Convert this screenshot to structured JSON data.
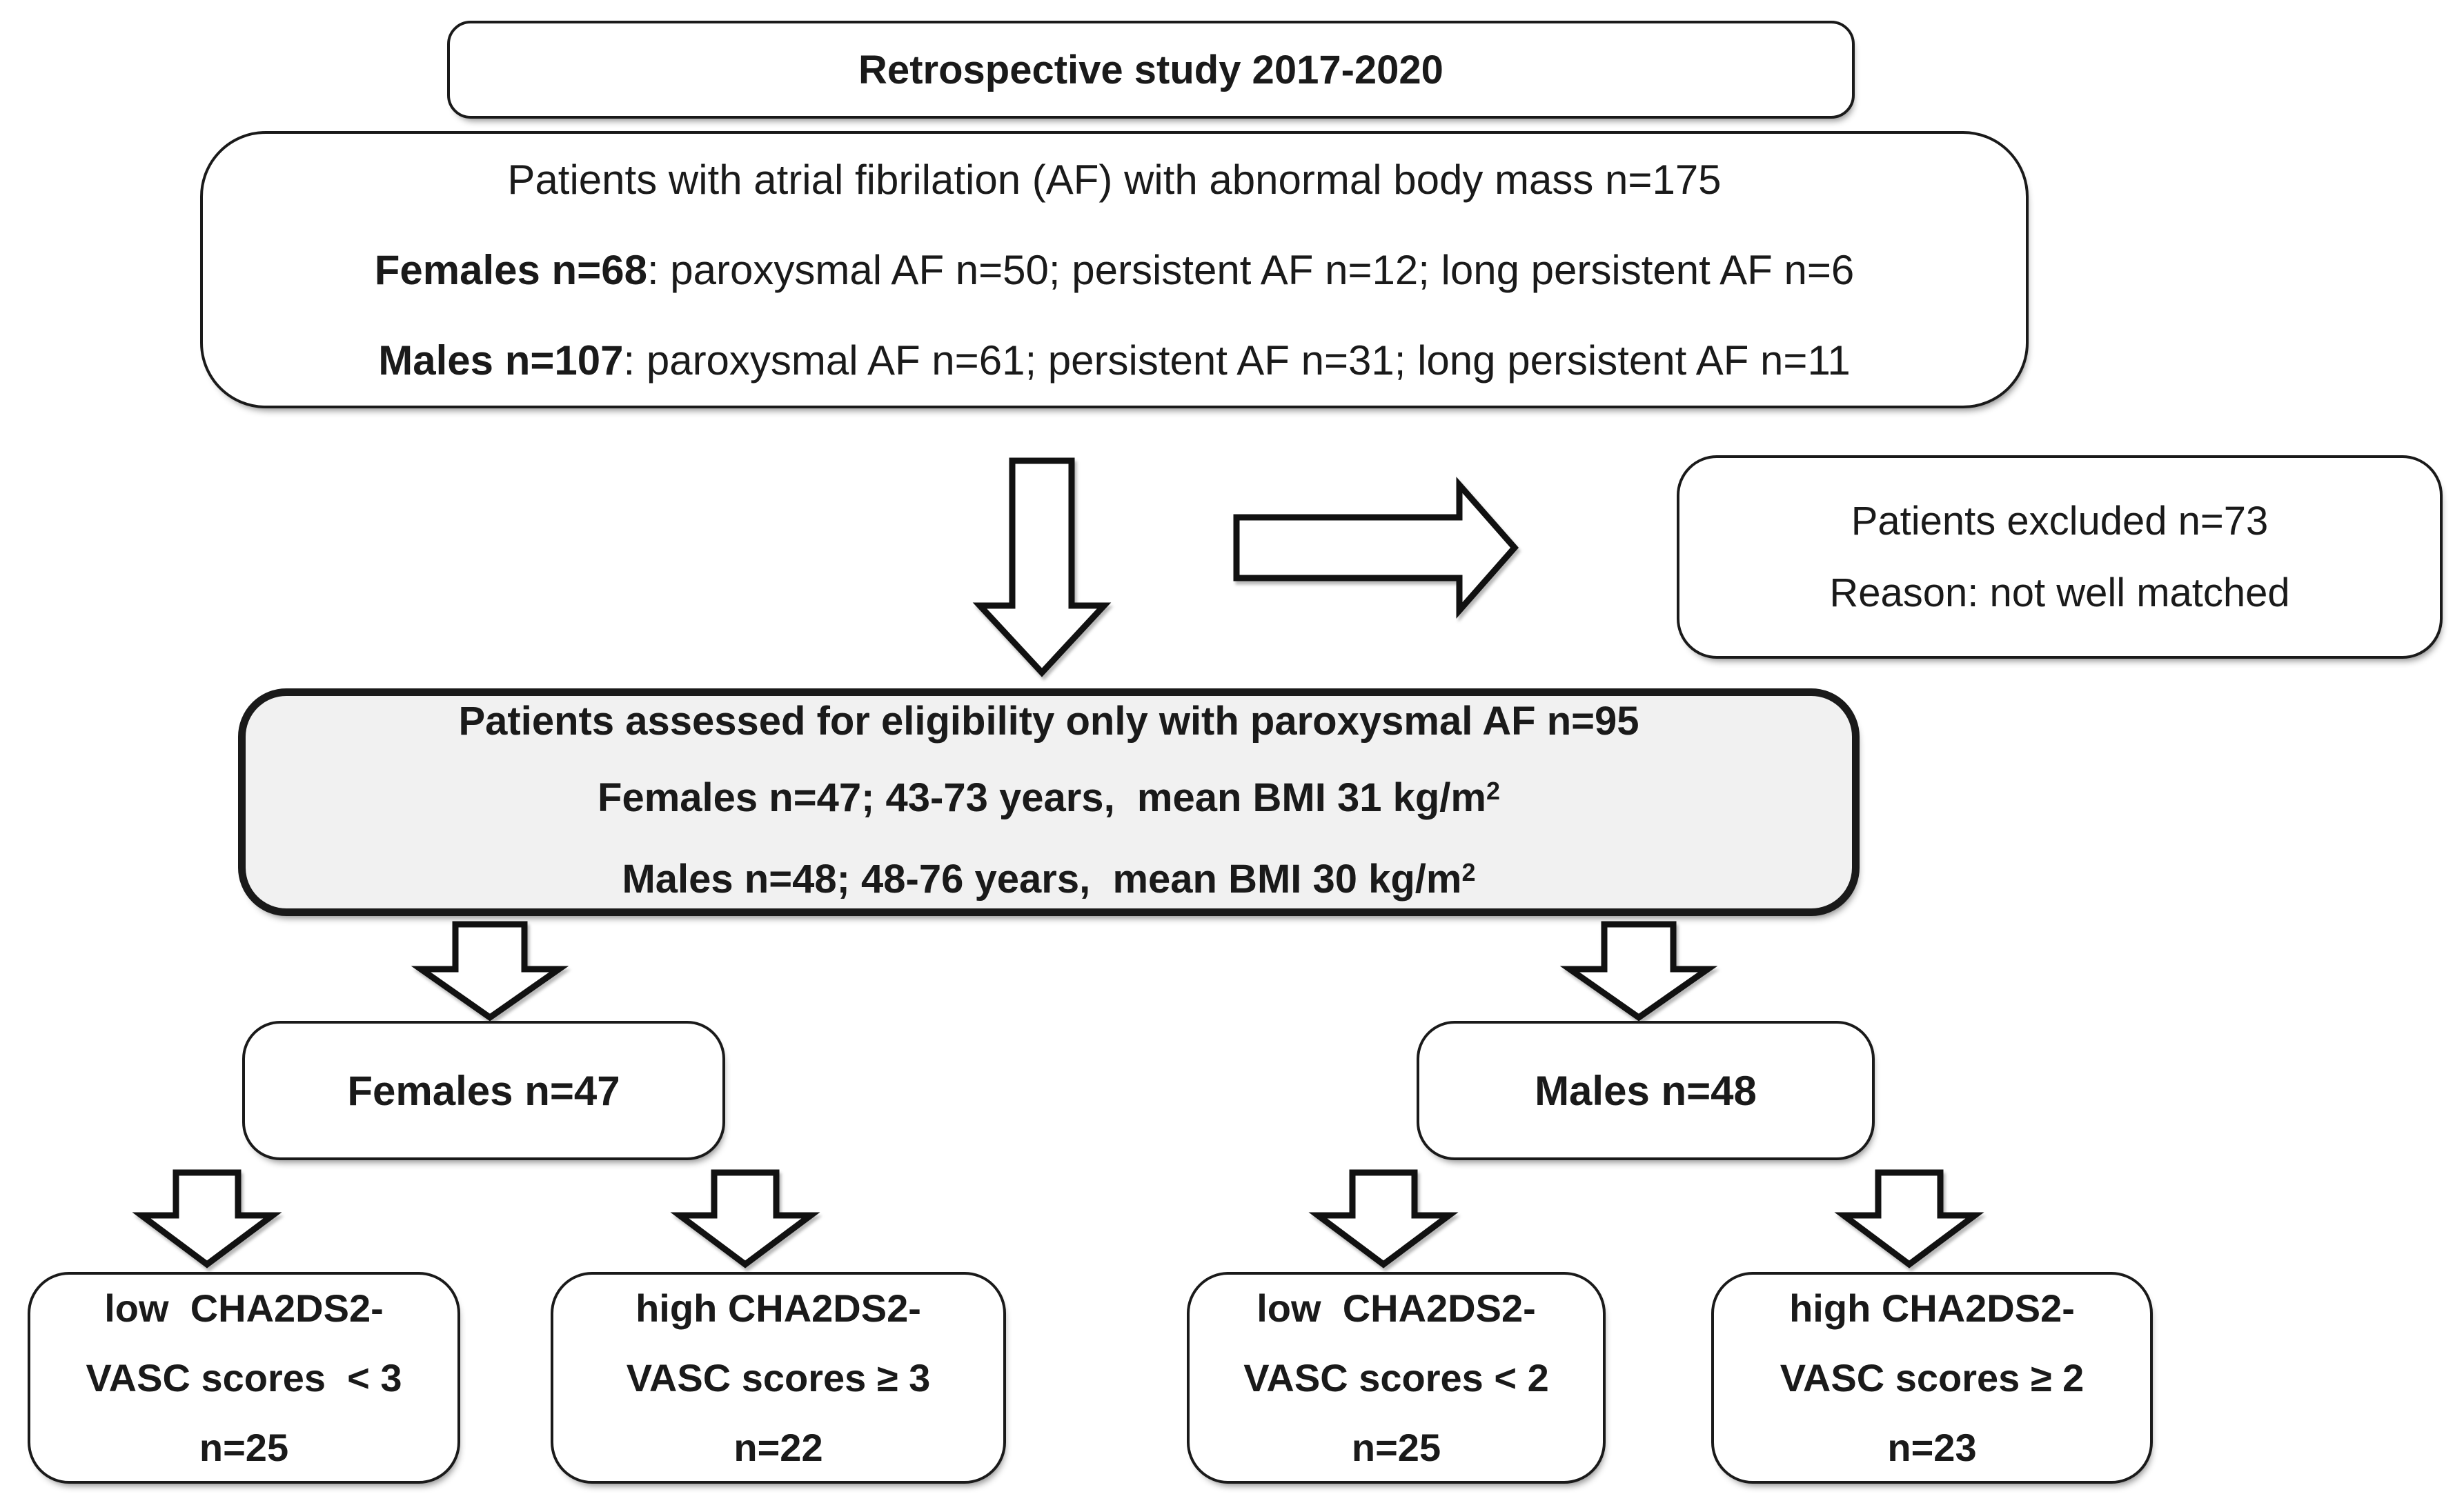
{
  "colors": {
    "ink": "#1a1a1a",
    "box_fill": "#ffffff",
    "eligibility_fill": "#f1f1f1"
  },
  "title_box": {
    "label": "Retrospective study 2017-2020"
  },
  "population_box": {
    "line1": "Patients with atrial fibrilation (AF) with abnormal body mass n=175",
    "females_bold": "Females n=68",
    "females_rest": ": paroxysmal AF n=50; persistent AF n=12; long persistent AF n=6",
    "males_bold": "Males n=107",
    "males_rest": ": paroxysmal AF n=61; persistent AF n=31; long persistent AF n=11"
  },
  "excluded_box": {
    "line1": "Patients excluded n=73",
    "line2": "Reason: not well matched"
  },
  "eligibility_box": {
    "line1": "Patients assessed for eligibility only with paroxysmal AF n=95",
    "line2_base": "Females n=47; 43-73 years,  mean BMI 31 kg/m",
    "line2_sup": "2",
    "line3_base": "Males n=48; 48-76 years,  mean BMI 30 kg/m",
    "line3_sup": "2"
  },
  "females_box": {
    "label": "Females n=47"
  },
  "males_box": {
    "label": "Males n=48"
  },
  "outcome_boxes": [
    {
      "lines": [
        "low  CHA2DS2-",
        "VASC scores  < 3",
        "n=25"
      ]
    },
    {
      "lines": [
        "high CHA2DS2-",
        "VASC scores ≥ 3",
        "n=22"
      ]
    },
    {
      "lines": [
        "low  CHA2DS2-",
        "VASC scores < 2",
        "n=25"
      ]
    },
    {
      "lines": [
        "high CHA2DS2-",
        "VASC scores ≥ 2",
        "n=23"
      ]
    }
  ]
}
